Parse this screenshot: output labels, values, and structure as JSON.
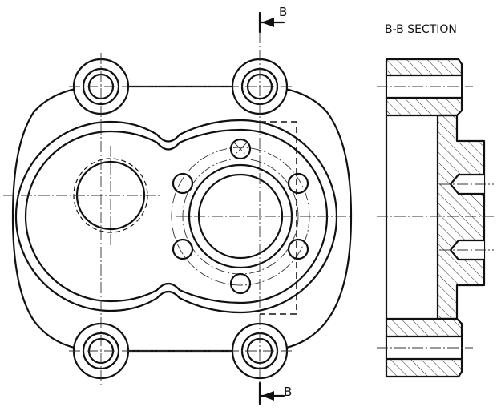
{
  "labels": {
    "section_title": "B-B SECTION",
    "cut_top": "B",
    "cut_bottom": "B"
  },
  "colors": {
    "ink": "#111111",
    "paper": "#ffffff"
  }
}
